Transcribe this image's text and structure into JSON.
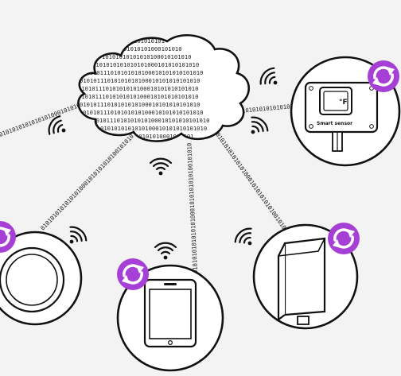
{
  "binary_stream": "01010101010101010001010101010100101010",
  "cloud_rows": [
    "101010101",
    "10101010101000101010",
    "10101010101010100010101010",
    "0101010101010101000101010101010",
    "01010111010101010100010101010101010",
    "01010111010101010100010101010101010",
    "01010111010101010100010101010101010",
    "01010111010101010100010101010101010",
    "01010111010101010100010101010101010",
    "01010111010101010100010101010101010",
    "01010111010101010100010101010101010",
    "0101010101010100010101010101010",
    "10101010001010101",
    "0101010"
  ],
  "sensor_label": "Smart sensor",
  "sensor_unit": "°F",
  "colors": {
    "sync": "#a63fd6",
    "line": "#111111",
    "background": "#f3f3f3"
  },
  "icons": [
    "cloud-icon",
    "wifi-icon",
    "sync-icon",
    "smart-sensor-icon",
    "tablet-icon",
    "thermostat-icon",
    "outdoor-sensor-icon"
  ]
}
